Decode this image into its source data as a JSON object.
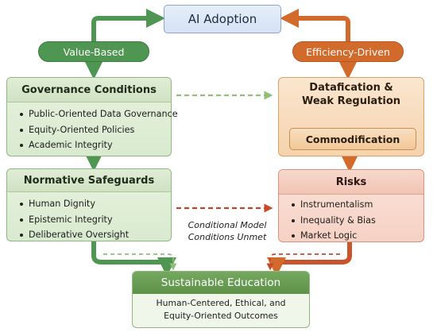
{
  "ai_adoption": "AI Adoption",
  "value_based": "Value-Based",
  "efficiency_driven": "Efficiency-Driven",
  "governance": {
    "title": "Governance Conditions",
    "items": [
      "Public-Oriented Data Governance",
      "Equity-Oriented Policies",
      "Academic Integrity"
    ]
  },
  "normative": {
    "title": "Normative Safeguards",
    "items": [
      "Human Dignity",
      "Epistemic Integrity",
      "Deliberative Oversight"
    ]
  },
  "datafication": {
    "title_line1": "Datafication &",
    "title_line2": "Weak Regulation"
  },
  "commodification": "Commodification",
  "risks": {
    "title": "Risks",
    "items": [
      "Instrumentalism",
      "Inequality & Bias",
      "Market Logic"
    ]
  },
  "conditional": {
    "line1": "Conditional Model",
    "line2": "Conditions Unmet"
  },
  "sustainable": {
    "title": "Sustainable Education",
    "line1": "Human-Centered, Ethical, and",
    "line2": "Equity-Oriented Outcomes"
  },
  "colors": {
    "green": "#4e9651",
    "orange": "#d26a2c",
    "dashed_green": "#8fbf78",
    "dashed_orange": "#d9542f"
  }
}
